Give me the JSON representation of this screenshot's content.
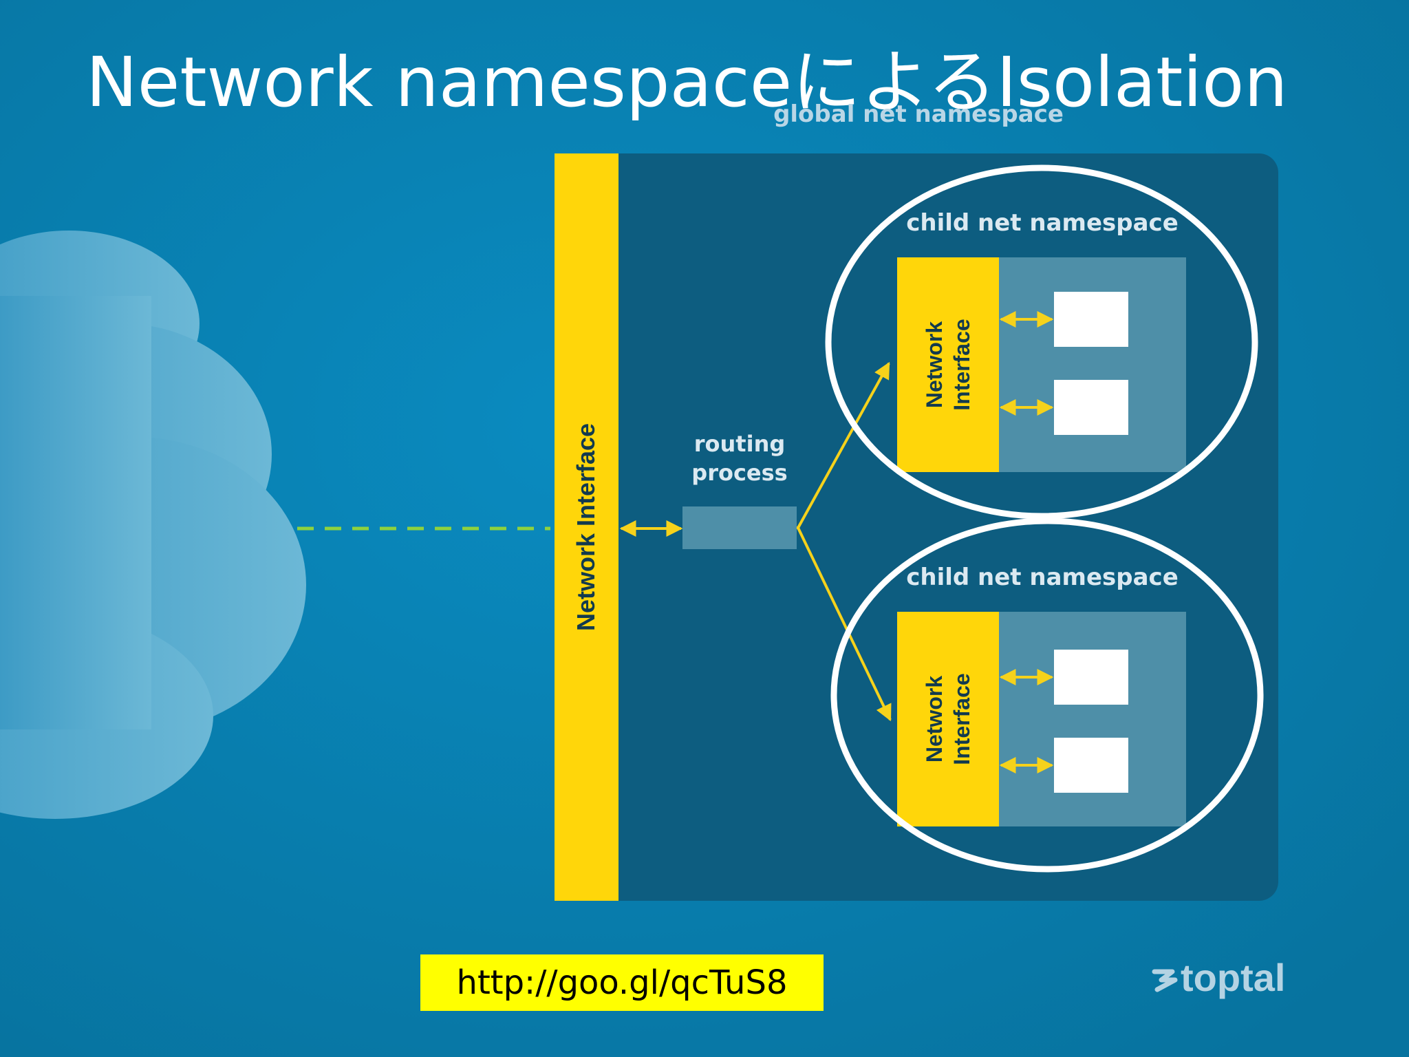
{
  "slide": {
    "title": "Network namespaceによるIsolation",
    "url": "http://goo.gl/qcTuS8"
  },
  "diagram": {
    "global_label": "global net namespace",
    "main_interface_label": "Network Interface",
    "routing_label": [
      "routing",
      "process"
    ],
    "children": [
      {
        "label": "child net namespace",
        "interface_lines": [
          "Network",
          "Interface"
        ]
      },
      {
        "label": "child net namespace",
        "interface_lines": [
          "Network",
          "Interface"
        ]
      }
    ]
  },
  "brand": {
    "name": "toptal",
    "icon": "toptal-logo-icon"
  },
  "colors": {
    "background": "#0a7fb0",
    "namespace_panel": "#0d5d80",
    "child_panel": "#4e8fa8",
    "interface_yellow": "#ffd60a",
    "highlight_ring": "#ffffff",
    "url_highlight": "#ffff00"
  }
}
